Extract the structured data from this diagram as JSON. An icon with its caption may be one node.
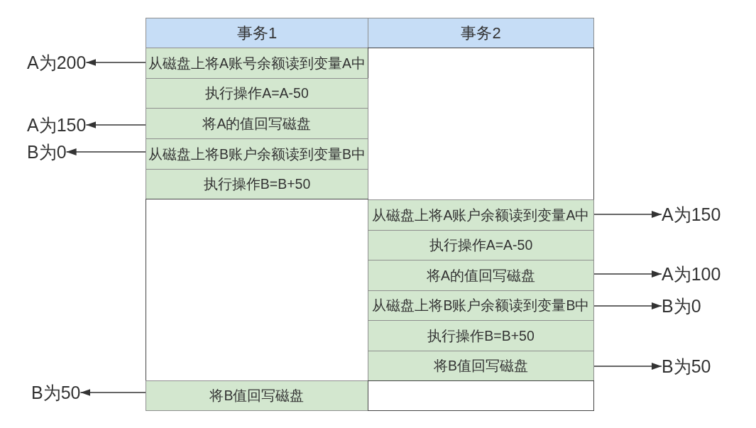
{
  "diagram": {
    "nodes": [
      {
        "text": [
          "事务1"
        ]
      },
      {
        "text": [
          "事务2"
        ]
      },
      {
        "text": [
          "A为200"
        ]
      },
      {
        "text": [
          "从磁盘上将A账号余额读到变量A中"
        ]
      },
      {
        "text": [],
        "shape": "box"
      },
      {
        "text": [
          "执行操作A=A-50"
        ]
      },
      {
        "text": [
          "A为150"
        ]
      },
      {
        "text": [
          "将A的值回写磁盘"
        ]
      },
      {
        "text": [
          "B为0"
        ]
      },
      {
        "text": [
          "从磁盘上将B账户余额读到变量B中"
        ]
      },
      {
        "text": [
          "执行操作B=B+50"
        ]
      },
      {
        "text": [],
        "shape": "box"
      },
      {
        "text": [
          "从磁盘上将A账户余额读到变量A中"
        ]
      },
      {
        "text": [
          "A为150"
        ]
      },
      {
        "text": [
          "执行操作A=A-50"
        ]
      },
      {
        "text": [
          "将A的值回写磁盘"
        ]
      },
      {
        "text": [
          "A为100"
        ]
      },
      {
        "text": [
          "从磁盘上将B账户余额读到变量B中"
        ]
      },
      {
        "text": [
          "B为0"
        ]
      },
      {
        "text": [
          "执行操作B=B+50"
        ]
      },
      {
        "text": [
          "将B值回写磁盘"
        ]
      },
      {
        "text": [
          "B为50"
        ]
      },
      {
        "text": [
          "B为50"
        ]
      },
      {
        "text": [
          "将B值回写磁盘"
        ]
      },
      {
        "text": [],
        "shape": "box"
      }
    ],
    "edges": [
      {
        "from": 3,
        "to": 2,
        "arrow": "to"
      },
      {
        "from": 7,
        "to": 6,
        "arrow": "to"
      },
      {
        "from": 9,
        "to": 8,
        "arrow": "to"
      },
      {
        "from": 12,
        "to": 13,
        "arrow": "to"
      },
      {
        "from": 15,
        "to": 16,
        "arrow": "to"
      },
      {
        "from": 17,
        "to": 18,
        "arrow": "to"
      },
      {
        "from": 20,
        "to": 21,
        "arrow": "to"
      },
      {
        "from": 23,
        "to": 22,
        "arrow": "to"
      }
    ]
  }
}
